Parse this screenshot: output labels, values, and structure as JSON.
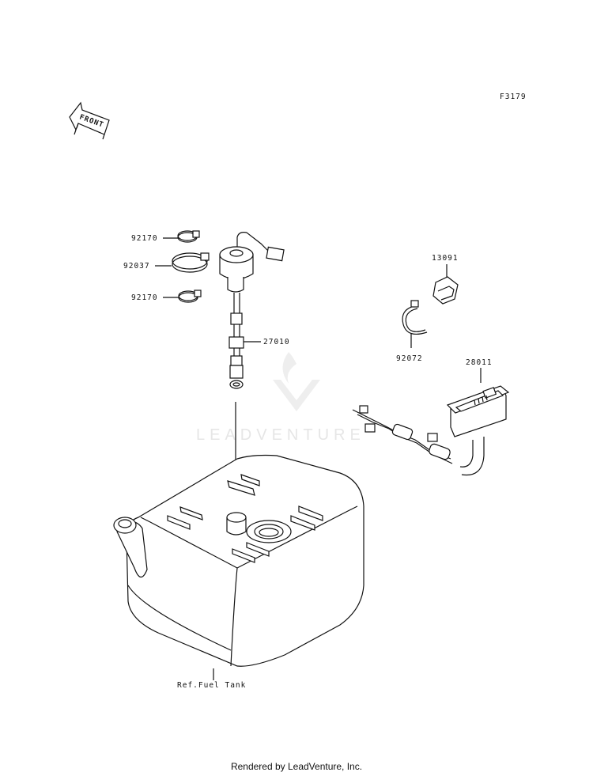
{
  "diagram": {
    "figure_code": "F3179",
    "front_label": "FRONT",
    "parts": {
      "clamp_top": "92170",
      "clamp_large": "92037",
      "clamp_bottom": "92170",
      "fuel_sender": "27010",
      "fuse_cover": "13091",
      "band": "92072",
      "fuel_gauge": "28011"
    },
    "reference_label": "Ref.Fuel Tank",
    "watermark": "LEADVENTURE"
  },
  "footer": {
    "credit": "Rendered by LeadVenture, Inc."
  }
}
